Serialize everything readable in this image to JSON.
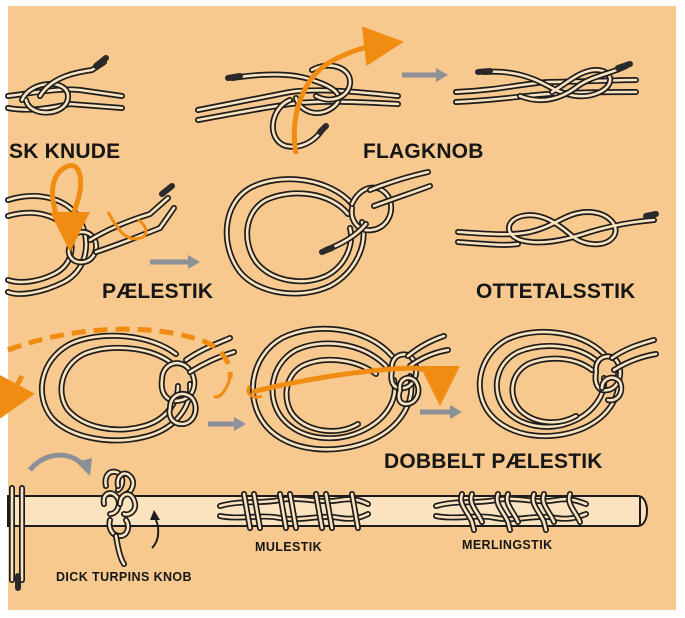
{
  "labels": {
    "flemish_knot": "SK KNUDE",
    "flag_knot": "FLAGKNOB",
    "bowline": "PÆLESTIK",
    "figure_eight": "OTTETALSSTIK",
    "double_bowline": "DOBBELT PÆLESTIK",
    "dick_turpin_knot": "DICK TURPINS KNOB",
    "half_hitch_seizing": "MULESTIK",
    "marling_hitch": "MERLINGSTIK"
  },
  "colors": {
    "background": "#f7c98f",
    "rope_outline": "#1c1c1c",
    "rope_fill": "#fbe3c0",
    "rope_end": "#2a2a2a",
    "guide_arrow": "#f08c12",
    "step_arrow": "#8c9198"
  }
}
